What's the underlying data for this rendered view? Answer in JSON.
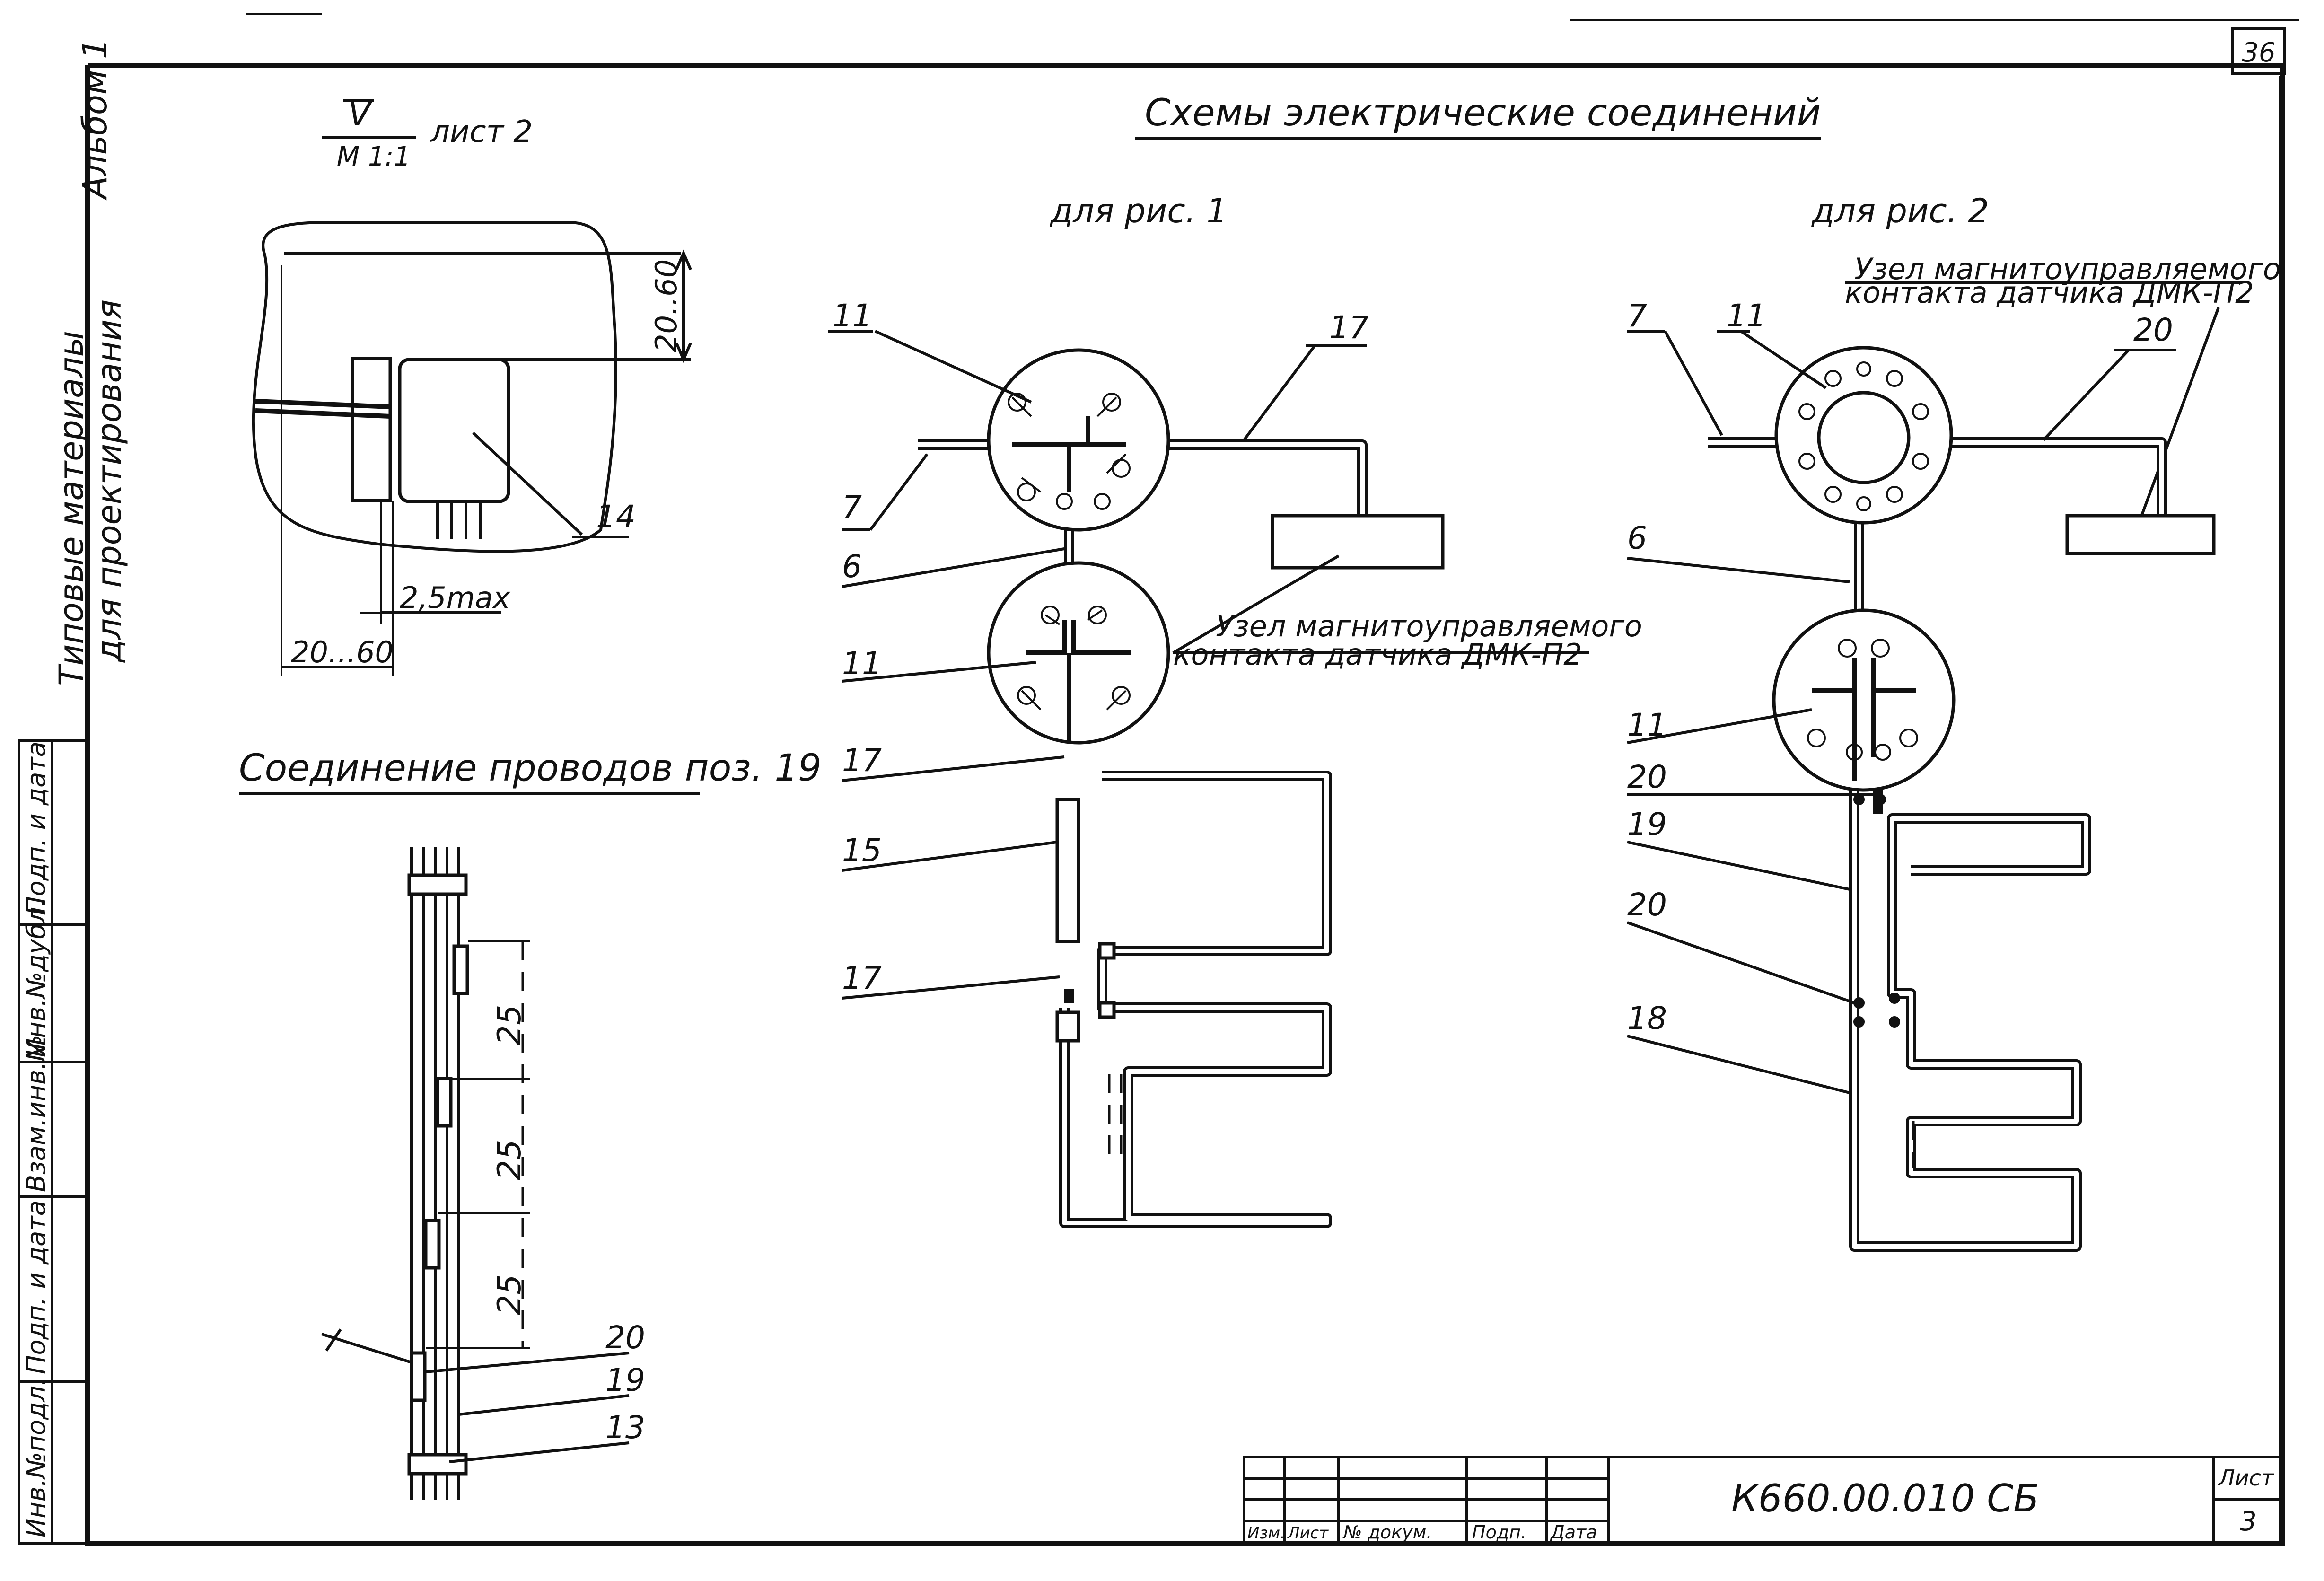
{
  "sheet_number": "36",
  "side_labels": {
    "album": "Альбом 1",
    "materials_line1": "Типовые материалы",
    "materials_line2": "для проектирования"
  },
  "stamp_column": [
    "Подп. и дата",
    "Инв.№дубл.",
    "Взам.инв.№",
    "Подп. и дата",
    "Инв.№подл."
  ],
  "title": "Схемы электрические соединений",
  "detail_v": {
    "letter": "V",
    "scale": "M 1:1",
    "ref": "лист 2",
    "dim_top": "20..60",
    "dim_bottom": "20...60",
    "dim_gap": "2,5max",
    "callout": "14"
  },
  "wire_join": {
    "title": "Соединение проводов поз. 19",
    "dims": [
      "25",
      "25",
      "25"
    ],
    "callouts": [
      "20",
      "19",
      "13"
    ]
  },
  "scheme1": {
    "title": "для рис. 1",
    "callouts": [
      "11",
      "7",
      "6",
      "11",
      "17",
      "15",
      "17",
      "17"
    ],
    "note_line1": "Узел магнитоуправляемого",
    "note_line2": "контакта датчика ДМК-П2"
  },
  "scheme2": {
    "title": "для рис. 2",
    "note_line1": "Узел магнитоуправляемого",
    "note_line2": "контакта датчика ДМК-П2",
    "callouts": [
      "7",
      "11",
      "20",
      "6",
      "11",
      "20",
      "19",
      "20",
      "18"
    ]
  },
  "title_block": {
    "designation": "К660.00.010 СБ",
    "sheet_label": "Лист",
    "sheet_value": "3",
    "columns": [
      "Изм.",
      "Лист",
      "№ докум.",
      "Подп.",
      "Дата"
    ]
  }
}
